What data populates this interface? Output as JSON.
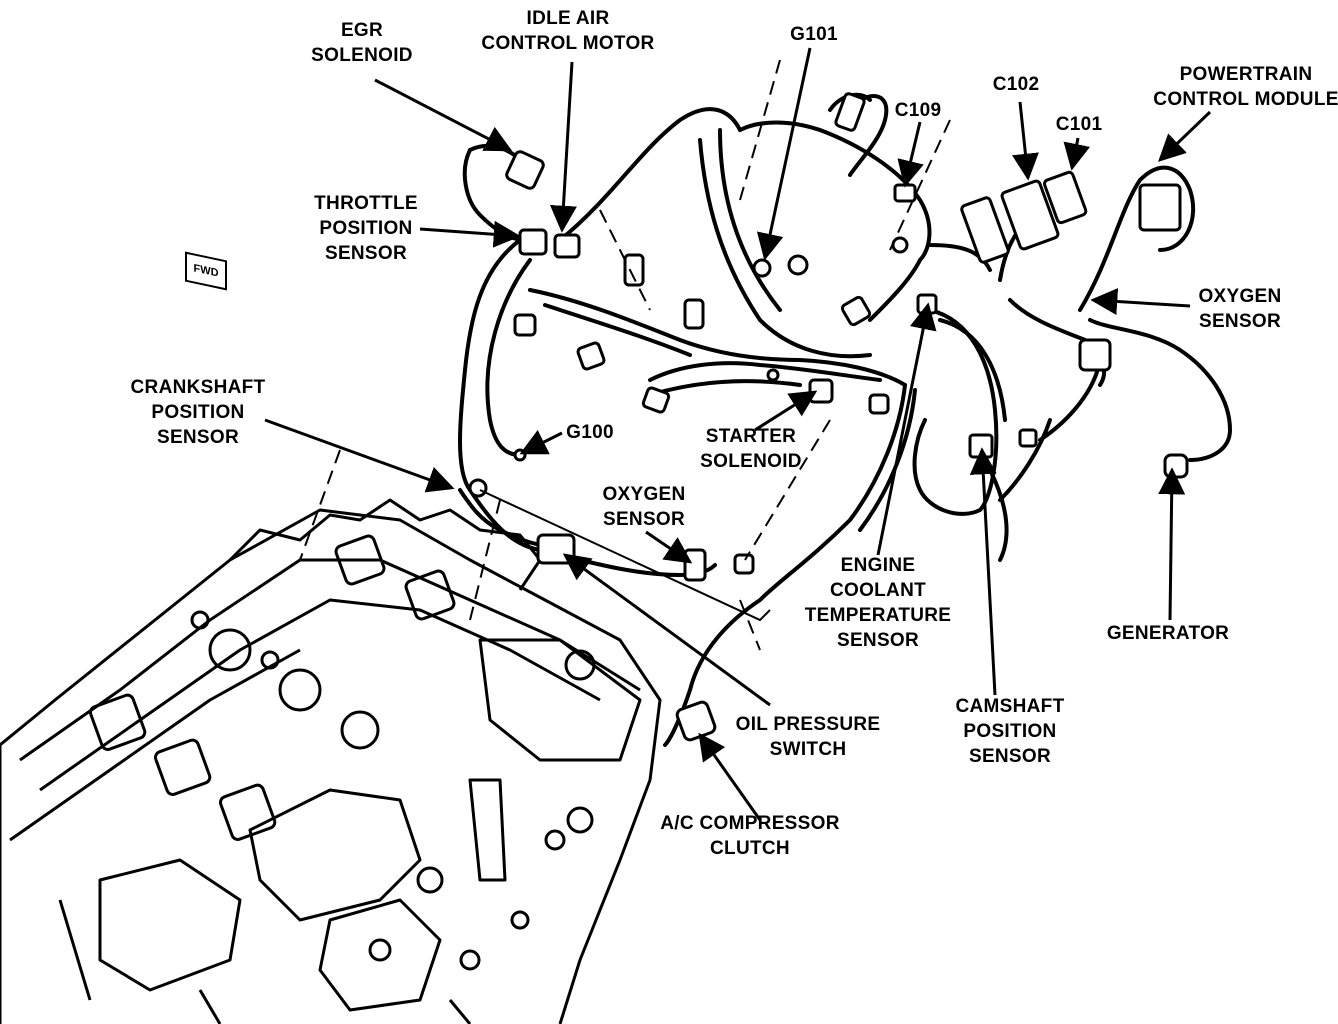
{
  "labels": {
    "egr_solenoid": [
      "EGR",
      "SOLENOID"
    ],
    "idle_air_control_motor": [
      "IDLE AIR",
      "CONTROL MOTOR"
    ],
    "g101": [
      "G101"
    ],
    "c109": [
      "C109"
    ],
    "c102": [
      "C102"
    ],
    "c101": [
      "C101"
    ],
    "powertrain_control_module": [
      "POWERTRAIN",
      "CONTROL MODULE"
    ],
    "throttle_position_sensor": [
      "THROTTLE",
      "POSITION",
      "SENSOR"
    ],
    "oxygen_sensor_rear": [
      "OXYGEN",
      "SENSOR"
    ],
    "crankshaft_position_sensor": [
      "CRANKSHAFT",
      "POSITION",
      "SENSOR"
    ],
    "g100": [
      "G100"
    ],
    "starter_solenoid": [
      "STARTER",
      "SOLENOID"
    ],
    "oxygen_sensor_front": [
      "OXYGEN",
      "SENSOR"
    ],
    "engine_coolant_temperature_sensor": [
      "ENGINE",
      "COOLANT",
      "TEMPERATURE",
      "SENSOR"
    ],
    "generator": [
      "GENERATOR"
    ],
    "camshaft_position_sensor": [
      "CAMSHAFT",
      "POSITION",
      "SENSOR"
    ],
    "oil_pressure_switch": [
      "OIL PRESSURE",
      "SWITCH"
    ],
    "ac_compressor_clutch": [
      "A/C COMPRESSOR",
      "CLUTCH"
    ]
  },
  "fwd_badge": "FWD"
}
